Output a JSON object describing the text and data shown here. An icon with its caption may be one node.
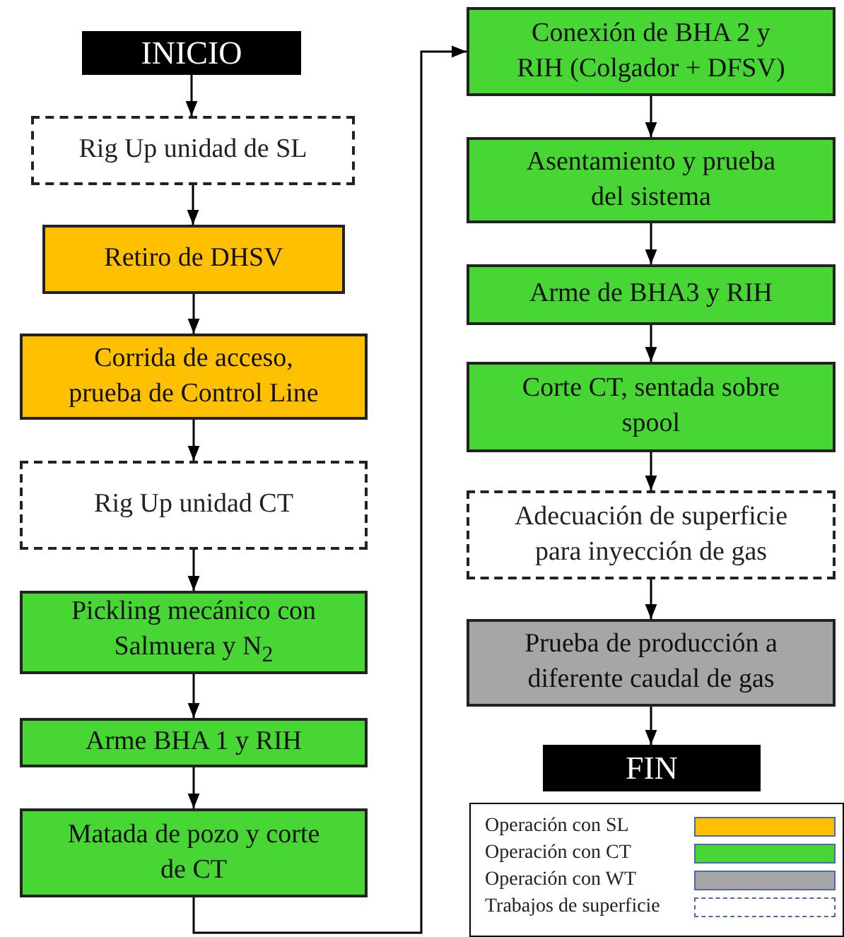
{
  "diagram": {
    "nodes": [
      {
        "text": [
          "INICIO"
        ]
      },
      {
        "text": [
          "Rig Up unidad de SL"
        ]
      },
      {
        "text": [
          "Retiro de DHSV"
        ]
      },
      {
        "text": [
          "Corrida de acceso, prueba de Control Line"
        ]
      },
      {
        "text": [
          "Rig Up unidad CT"
        ]
      },
      {
        "text": [
          "Pickling mecánico con Salmuera y N$_{2}$"
        ]
      },
      {
        "text": [
          "Arme BHA 1 y RIH"
        ]
      },
      {
        "text": [
          "Matada de pozo y corte de CT"
        ]
      },
      {
        "text": [
          "Conexión de BHA 2 y RIH (Colgador + DFSV)"
        ]
      },
      {
        "text": [
          "Asentamiento y prueba del sistema"
        ]
      },
      {
        "text": [
          "Arme de BHA3 y RIH"
        ]
      },
      {
        "text": [
          "Corte CT, sentada sobre spool"
        ]
      },
      {
        "text": [
          "Adecuación de superficie para inyección de gas"
        ]
      },
      {
        "text": [
          "Prueba de producción a diferente caudal de gas"
        ]
      },
      {
        "text": [
          "FIN"
        ]
      }
    ],
    "edges": [
      {
        "from": 0,
        "to": 1,
        "arrow": "to"
      },
      {
        "from": 1,
        "to": 2,
        "arrow": "to"
      },
      {
        "from": 2,
        "to": 3,
        "arrow": "to"
      },
      {
        "from": 3,
        "to": 4,
        "arrow": "to"
      },
      {
        "from": 4,
        "to": 5,
        "arrow": "to"
      },
      {
        "from": 5,
        "to": 6,
        "arrow": "to"
      },
      {
        "from": 6,
        "to": 7,
        "arrow": "to"
      },
      {
        "from": 7,
        "to": 8,
        "arrow": "to"
      },
      {
        "from": 8,
        "to": 9,
        "arrow": "to"
      },
      {
        "from": 9,
        "to": 10,
        "arrow": "to"
      },
      {
        "from": 10,
        "to": 11,
        "arrow": "to"
      },
      {
        "from": 11,
        "to": 12,
        "arrow": "to"
      },
      {
        "from": 12,
        "to": 13,
        "arrow": "to"
      },
      {
        "from": 13,
        "to": 14,
        "arrow": "to"
      }
    ],
    "legend": [
      {
        "text": "Operación con SL",
        "color": "#ffc000"
      },
      {
        "text": "Operación con CT",
        "color": "#47d633"
      },
      {
        "text": "Operación con WT",
        "color": "#a6a6a6"
      },
      {
        "text": "Trabajos de superficie"
      }
    ]
  }
}
